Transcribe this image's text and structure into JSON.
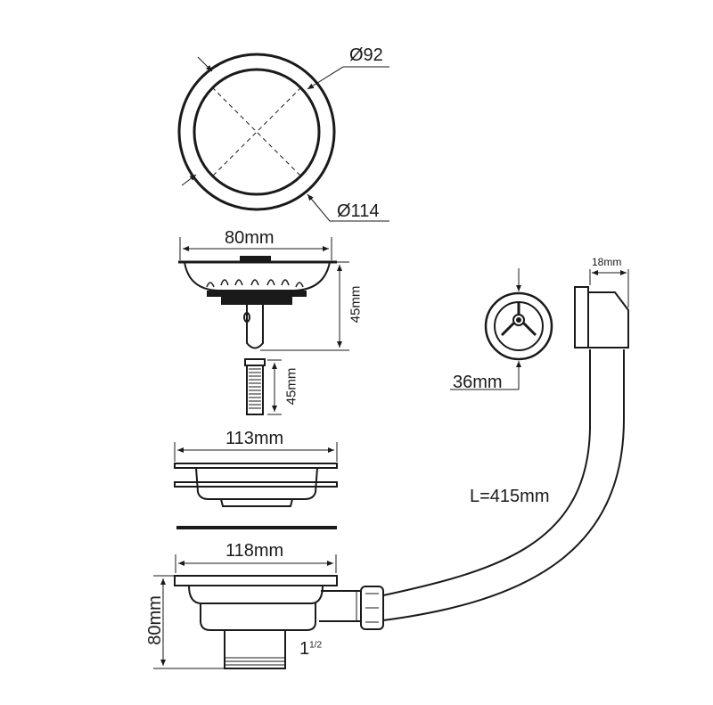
{
  "drawing": {
    "colors": {
      "line": "#1a1a1a",
      "background": "#ffffff"
    },
    "labels": {
      "inner_diameter": "Ø92",
      "outer_diameter": "Ø114",
      "strainer_width": "80mm",
      "strainer_height": "45mm",
      "screw_length": "45mm",
      "flange_width": "113mm",
      "body_width": "118mm",
      "body_height": "80mm",
      "thread_size": "1",
      "thread_fraction": "1/2",
      "knob_diameter": "36mm",
      "overflow_depth": "18mm",
      "hose_length": "L=415mm"
    }
  }
}
